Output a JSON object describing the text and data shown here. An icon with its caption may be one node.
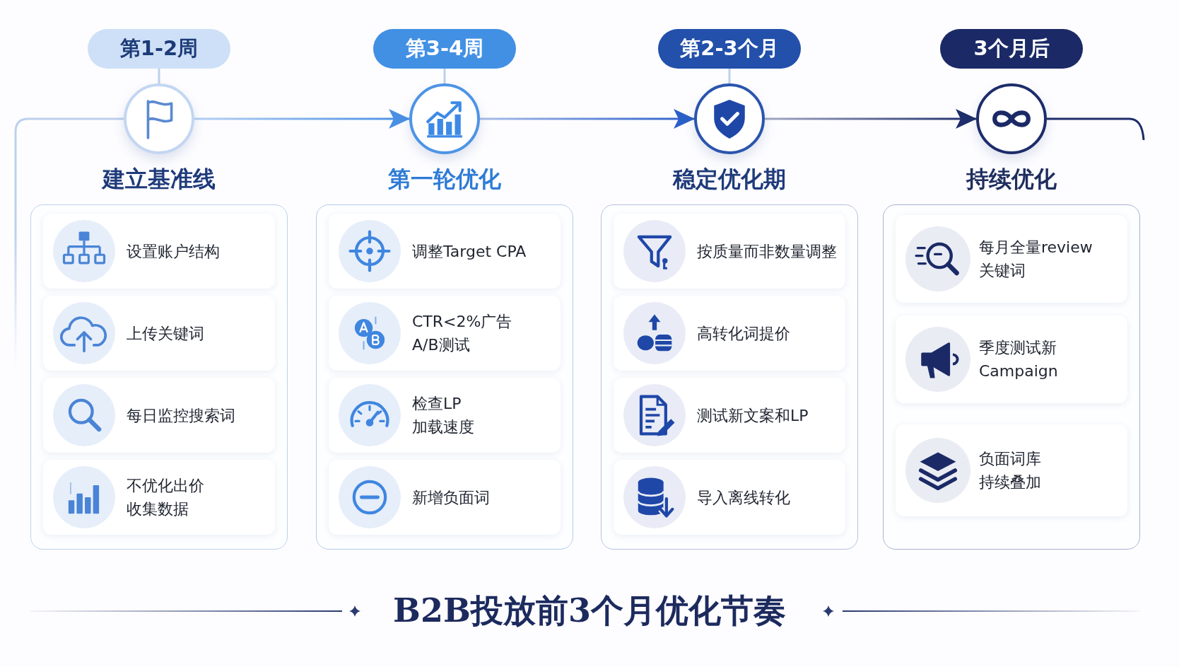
{
  "diagram": {
    "title": "B2B投放前3个月优化节奏",
    "nodes": [
      {
        "text": [
          "第1-2周"
        ]
      },
      {
        "text": [],
        "shape": "circle"
      },
      {
        "text": [
          "建立基准线"
        ]
      },
      {
        "text": [
          "设置账户结构"
        ],
        "in": 2
      },
      {
        "text": [
          "上传关键词"
        ],
        "in": 2
      },
      {
        "text": [
          "每日监控搜索词"
        ],
        "in": 2
      },
      {
        "text": [
          "不优化出价收集数据"
        ],
        "in": 2
      },
      {
        "text": [
          "第3-4周"
        ]
      },
      {
        "text": [],
        "shape": "circle"
      },
      {
        "text": [
          "第一轮优化"
        ]
      },
      {
        "text": [
          "调整Target CPA"
        ],
        "in": 9
      },
      {
        "text": [
          "CTR<2%广告A/B测试"
        ],
        "in": 9
      },
      {
        "text": [
          "检查LP加载速度"
        ],
        "in": 9
      },
      {
        "text": [
          "新增负面词"
        ],
        "in": 9
      },
      {
        "text": [
          "第2-3个月"
        ]
      },
      {
        "text": [],
        "shape": "circle"
      },
      {
        "text": [
          "稳定优化期"
        ]
      },
      {
        "text": [
          "按质量而非数量调整"
        ],
        "in": 16
      },
      {
        "text": [
          "高转化词提价"
        ],
        "in": 16
      },
      {
        "text": [
          "测试新文案和LP"
        ],
        "in": 16
      },
      {
        "text": [
          "导入离线转化"
        ],
        "in": 16
      },
      {
        "text": [
          "3个月后"
        ]
      },
      {
        "text": [],
        "shape": "circle"
      },
      {
        "text": [
          "持续优化"
        ]
      },
      {
        "text": [
          "每月全量review关键词"
        ],
        "in": 23
      },
      {
        "text": [
          "季度测试新Campaign"
        ],
        "in": 23
      },
      {
        "text": [
          "负面词库持续叠加"
        ],
        "in": 23
      }
    ],
    "edges": [
      {
        "from": null,
        "to": 1,
        "arrow": "none"
      },
      {
        "from": 1,
        "to": 8,
        "arrow": "to",
        "color": "#4a8fe3"
      },
      {
        "from": 8,
        "to": 15,
        "arrow": "to",
        "color": "#2b5fc8"
      },
      {
        "from": 15,
        "to": 22,
        "arrow": "to",
        "color": "#1e2d6b"
      },
      {
        "from": 22,
        "to": null,
        "arrow": "none",
        "color": "#1e2d6b"
      },
      {
        "from": 0,
        "to": 1,
        "arrow": "none"
      },
      {
        "from": 7,
        "to": 8,
        "arrow": "none"
      },
      {
        "from": 14,
        "to": 15,
        "arrow": "none"
      }
    ]
  }
}
